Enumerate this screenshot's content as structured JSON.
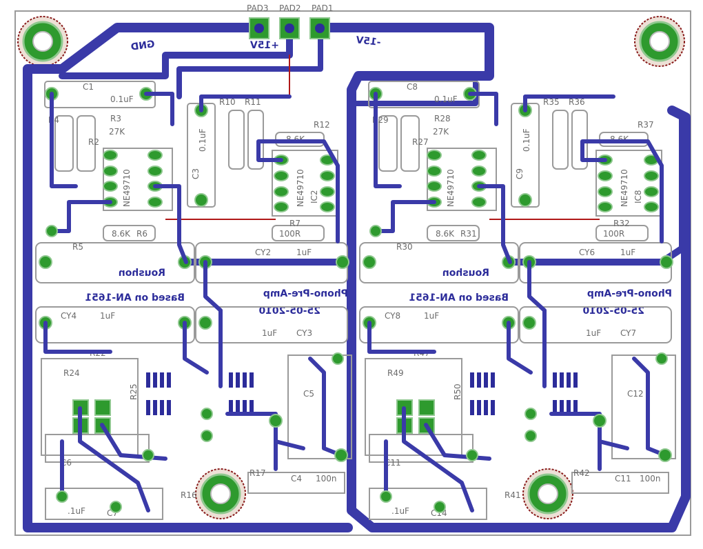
{
  "colors": {
    "trace": "#3a3aa8",
    "pad": "#2e9a2e",
    "pad_ring": "#8fc88f",
    "hole_outline": "#8a1c1c",
    "board_outline": "#9a9a9a",
    "label": "#6b6b6b",
    "jumper": "#b01818"
  },
  "power_pads": [
    "PAD3",
    "PAD2",
    "PAD1"
  ],
  "supply_labels": {
    "gnd": "GND",
    "plus": "+15V",
    "minus": "-15V"
  },
  "channels": [
    {
      "c_top": "C1",
      "c_top_val": "0.1uF",
      "c_mid": "C3",
      "c_mid_val": "0.1uF",
      "r_top_a": "R10",
      "r_top_b": "R11",
      "r_right": "R12",
      "r_right_val": "8.6K",
      "r3": "R3",
      "r3_val": "27K",
      "r4": "R4",
      "r2": "R2",
      "r5": "R5",
      "r6": "R6",
      "r6_val": "8.6K",
      "r7": "R7",
      "r7_val": "100R",
      "ic_a": "NE49710",
      "ic_b": "NE49710",
      "ic_b_ref": "IC2",
      "cy_top": "CY2",
      "cy_top_val": "1uF",
      "cy_bot": "CY4",
      "cy_bot_val": "1uF",
      "cy_right": "CY3",
      "cy_right_val": "1uF",
      "brand": "Roushon",
      "note": "Based on AN-1651",
      "title": "Phono-Pre-Amp",
      "date": "25-05-2010",
      "c_small": "C5",
      "c_small2": "C6",
      "c_small3": "C7",
      "c_small3_val": ".1uF",
      "c4": "C4",
      "c4_val": "100n",
      "r_misc": "R24",
      "r_misc2": "R25",
      "r_misc3": "R22",
      "r_bot": "R16",
      "r_bot2": "R17"
    },
    {
      "c_top": "C8",
      "c_top_val": "0.1uF",
      "c_mid": "C9",
      "c_mid_val": "0.1uF",
      "r_top_a": "R35",
      "r_top_b": "R36",
      "r_right": "R37",
      "r_right_val": "8.6K",
      "r3": "R28",
      "r3_val": "27K",
      "r4": "R29",
      "r2": "R27",
      "r5": "R30",
      "r6": "R31",
      "r6_val": "8.6K",
      "r7": "R32",
      "r7_val": "100R",
      "ic_a": "NE49710",
      "ic_b": "NE49710",
      "ic_b_ref": "IC8",
      "cy_top": "CY6",
      "cy_top_val": "1uF",
      "cy_bot": "CY8",
      "cy_bot_val": "1uF",
      "cy_right": "CY7",
      "cy_right_val": "1uF",
      "brand": "Roushon",
      "note": "Based on AN-1651",
      "title": "Phono-Pre-Amp",
      "date": "25-05-2010",
      "c_small": "C12",
      "c_small2": "C11",
      "c_small3": "C14",
      "c_small3_val": ".1uF",
      "c4": "C11",
      "c4_val": "100n",
      "r_misc": "R49",
      "r_misc2": "R50",
      "r_misc3": "R47",
      "r_bot": "R41",
      "r_bot2": "R42"
    }
  ]
}
